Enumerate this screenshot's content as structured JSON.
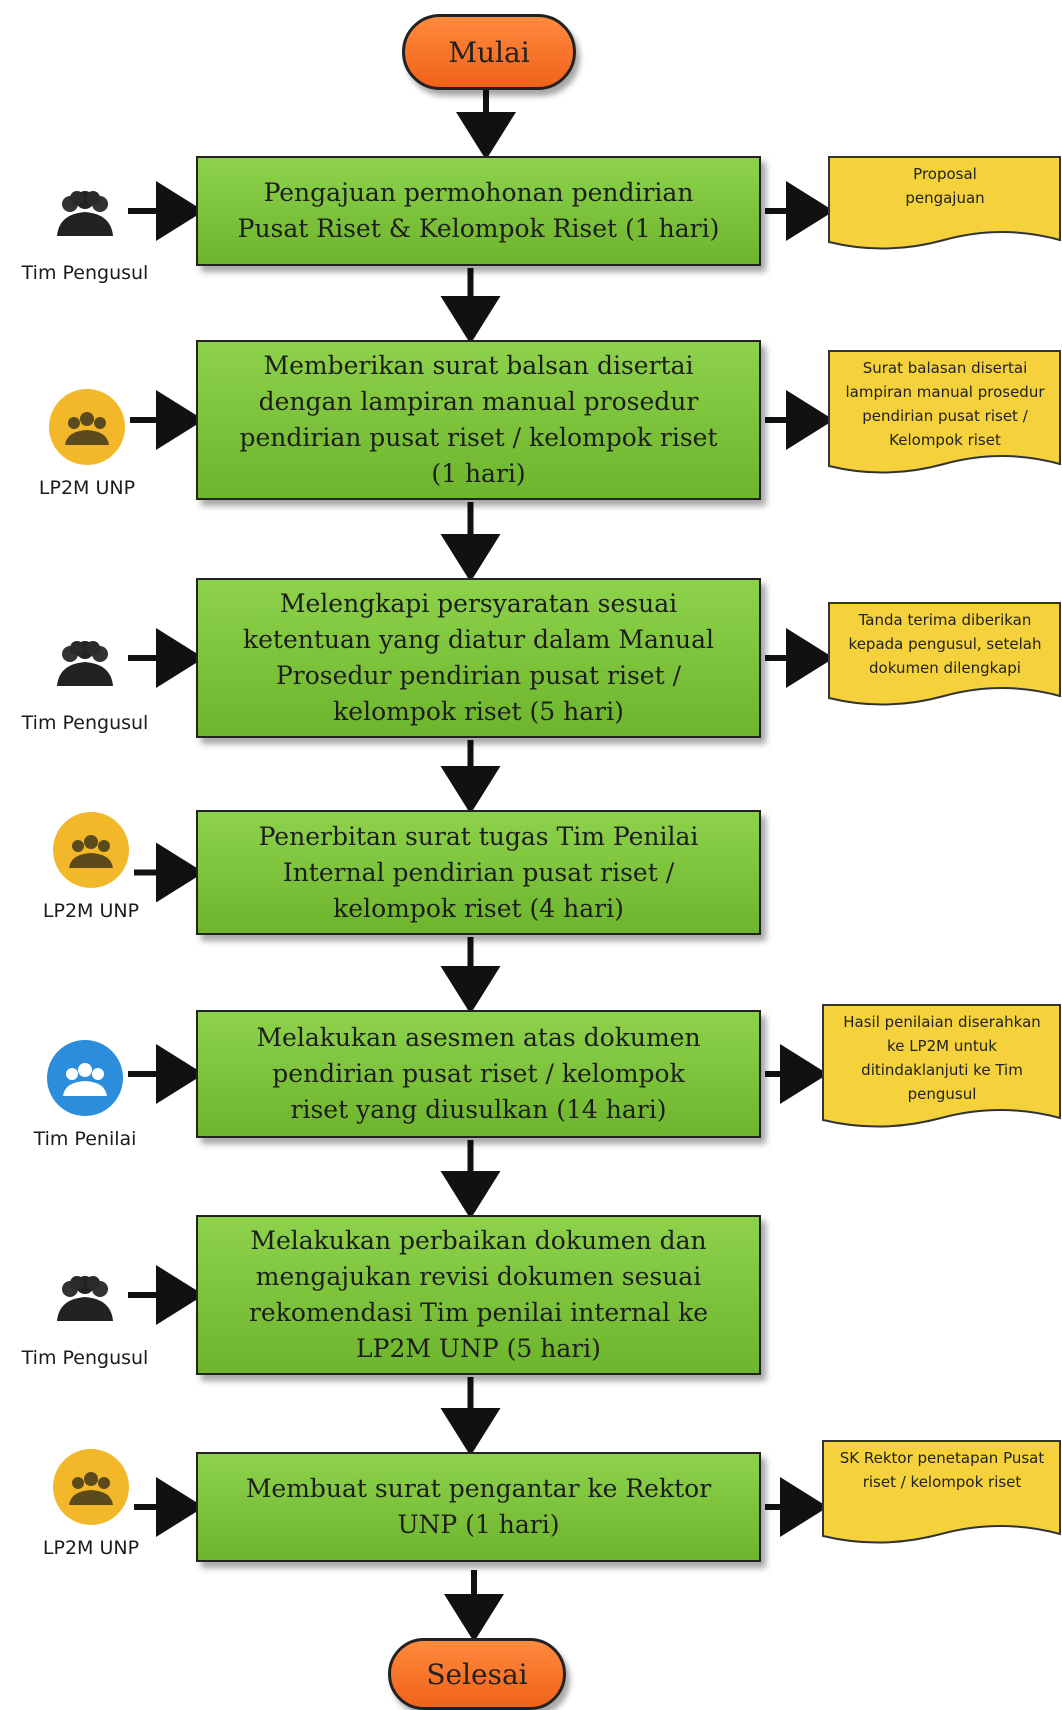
{
  "start": "Mulai",
  "end": "Selesai",
  "steps": [
    {
      "lines": [
        "Pengajuan permohonan pendirian",
        "Pusat Riset & Kelompok Riset (1 hari)"
      ],
      "actor": "Tim Pengusul",
      "actor_icon": "people-group-icon",
      "doc": [
        "Proposal",
        "pengajuan"
      ]
    },
    {
      "lines": [
        "Memberikan surat balsan disertai",
        "dengan lampiran manual prosedur",
        "pendirian pusat riset / kelompok riset",
        "(1 hari)"
      ],
      "actor": "LP2M UNP",
      "actor_icon": "people-circle-yellow-icon",
      "doc": [
        "Surat balasan disertai",
        "lampiran manual prosedur",
        "pendirian pusat riset /",
        "Kelompok riset"
      ]
    },
    {
      "lines": [
        "Melengkapi persyaratan sesuai",
        "ketentuan yang diatur dalam Manual",
        "Prosedur pendirian pusat riset /",
        "kelompok riset (5 hari)"
      ],
      "actor": "Tim Pengusul",
      "actor_icon": "people-group-icon",
      "doc": [
        "Tanda terima diberikan",
        "kepada pengusul, setelah",
        "dokumen dilengkapi"
      ]
    },
    {
      "lines": [
        "Penerbitan surat tugas Tim Penilai",
        "Internal pendirian pusat riset /",
        "kelompok riset (4 hari)"
      ],
      "actor": "LP2M UNP",
      "actor_icon": "people-circle-yellow-icon",
      "doc": null
    },
    {
      "lines": [
        "Melakukan asesmen atas dokumen",
        "pendirian pusat riset / kelompok",
        "riset yang diusulkan (14 hari)"
      ],
      "actor": "Tim Penilai",
      "actor_icon": "people-circle-blue-icon",
      "doc": [
        "Hasil penilaian diserahkan",
        "ke LP2M untuk",
        "ditindaklanjuti ke Tim",
        "pengusul"
      ]
    },
    {
      "lines": [
        "Melakukan perbaikan dokumen dan",
        "mengajukan revisi dokumen sesuai",
        "rekomendasi Tim penilai internal ke",
        "LP2M UNP (5 hari)"
      ],
      "actor": "Tim Pengusul",
      "actor_icon": "people-group-icon",
      "doc": null
    },
    {
      "lines": [
        "Membuat surat pengantar ke Rektor",
        "UNP (1 hari)"
      ],
      "actor": "LP2M UNP",
      "actor_icon": "people-circle-yellow-icon",
      "doc": [
        "SK Rektor penetapan Pusat",
        "riset / kelompok riset"
      ]
    }
  ],
  "colors": {
    "terminal": "#f26b22",
    "step": "#7cc23a",
    "document": "#f5d23c",
    "actor_yellow": "#f2b82a",
    "actor_blue": "#2b8ddb"
  }
}
